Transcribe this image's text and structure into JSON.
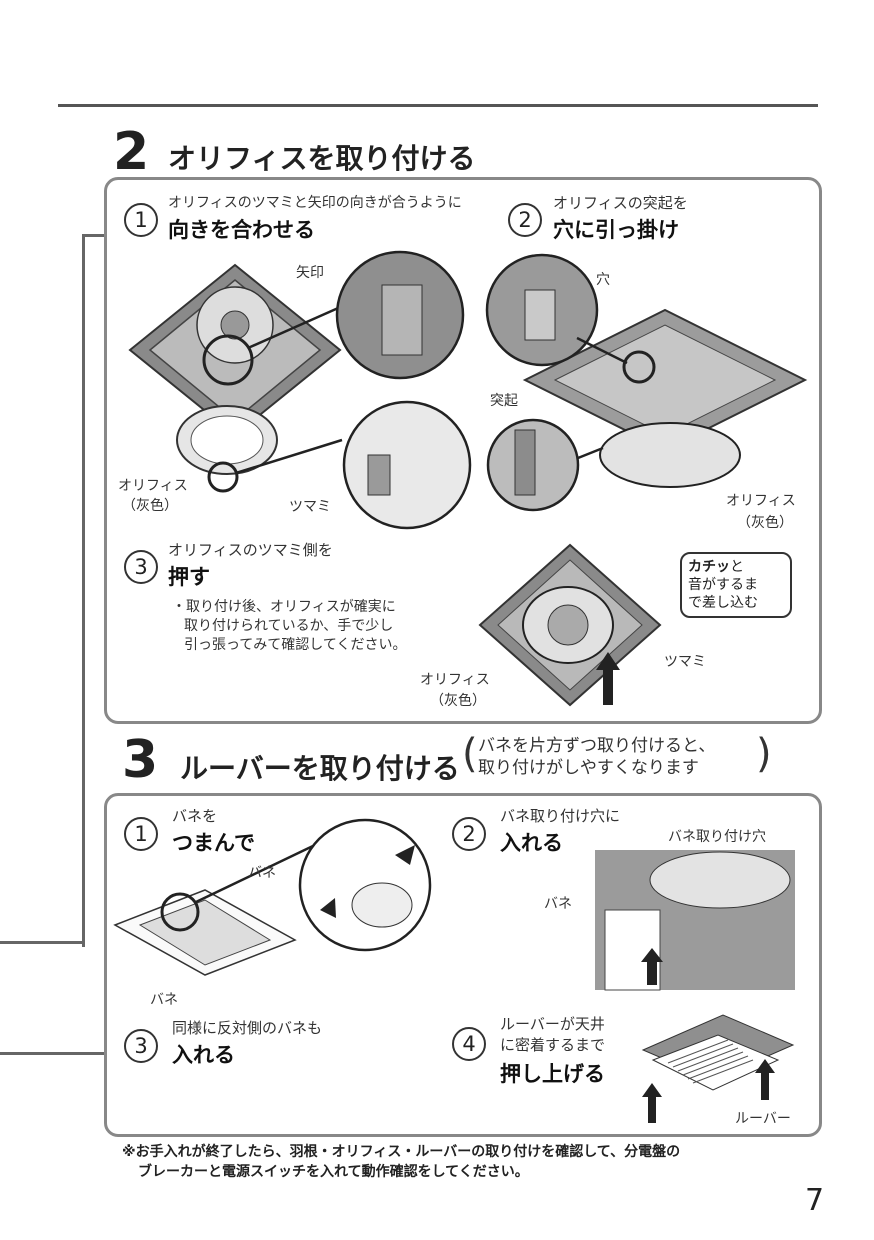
{
  "section2": {
    "number": "2",
    "title": "オリフィスを取り付ける",
    "step1": {
      "num": "1",
      "small": "オリフィスのツマミと矢印の向きが合うように",
      "big": "向きを合わせる",
      "labels": {
        "arrow": "矢印",
        "orifice": "オリフィス",
        "gray": "（灰色）",
        "knob": "ツマミ"
      }
    },
    "step2": {
      "num": "2",
      "small": "オリフィスの突起を",
      "big": "穴に引っ掛け",
      "labels": {
        "hole": "穴",
        "protrusion": "突起",
        "orifice": "オリフィス",
        "gray": "（灰色）"
      }
    },
    "step3": {
      "num": "3",
      "small": "オリフィスのツマミ側を",
      "big": "押す",
      "note": [
        "・取り付け後、オリフィスが確実に",
        "取り付けられているか、手で少し",
        "引っ張ってみて確認してください。"
      ],
      "callout_bold": "カチッ",
      "callout_rest1": "と",
      "callout_line2": "音がするま",
      "callout_line3": "で差し込む",
      "labels": {
        "knob": "ツマミ",
        "orifice": "オリフィス",
        "gray": "（灰色）"
      }
    }
  },
  "section3": {
    "number": "3",
    "title": "ルーバーを取り付ける",
    "paren_line1": "バネを片方ずつ取り付けると、",
    "paren_line2": "取り付けがしやすくなります",
    "step1": {
      "num": "1",
      "small": "バネを",
      "big": "つまんで",
      "labels": {
        "spring_top": "バネ",
        "spring_bottom": "バネ"
      }
    },
    "step2": {
      "num": "2",
      "small": "バネ取り付け穴に",
      "big": "入れる",
      "labels": {
        "spring_hole": "バネ取り付け穴",
        "spring": "バネ"
      }
    },
    "step3": {
      "num": "3",
      "small": "同様に反対側のバネも",
      "big": "入れる"
    },
    "step4": {
      "num": "4",
      "small1": "ルーバーが天井",
      "small2": "に密着するまで",
      "big": "押し上げる",
      "labels": {
        "louver": "ルーバー"
      }
    }
  },
  "footer": {
    "line1": "※お手入れが終了したら、羽根・オリフィス・ルーバーの取り付けを確認して、分電盤の",
    "line2": "ブレーカーと電源スイッチを入れて動作確認をしてください。"
  },
  "page_number": "7",
  "colors": {
    "panel_border": "#888888",
    "illustration_gray": "#9a9a9a",
    "dark": "#4a4a4a"
  }
}
